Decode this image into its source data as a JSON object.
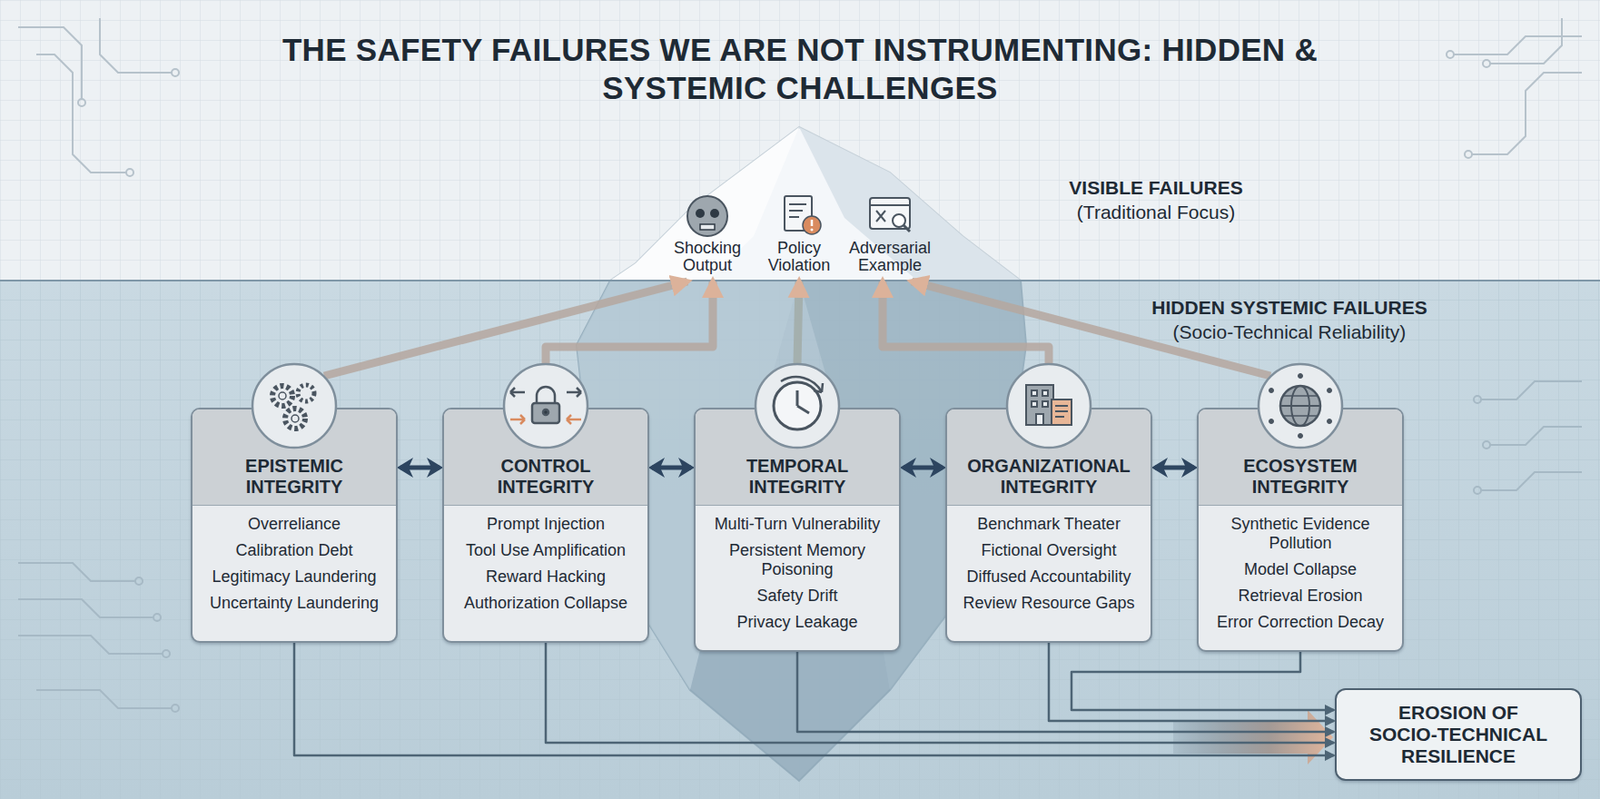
{
  "diagram": {
    "title": "THE SAFETY FAILURES WE ARE NOT INSTRUMENTING: HIDDEN & SYSTEMIC CHALLENGES",
    "nodes": [
      {
        "text": [
          "Shocking Output"
        ]
      },
      {
        "text": [
          "Policy Violation"
        ]
      },
      {
        "text": [
          "Adversarial Example"
        ]
      },
      {
        "text": [
          "EPISTEMIC INTEGRITY",
          "Overreliance",
          "Calibration Debt",
          "Legitimacy Laundering",
          "Uncertainty Laundering"
        ]
      },
      {
        "text": [
          "CONTROL INTEGRITY",
          "Prompt Injection",
          "Tool Use Amplification",
          "Reward Hacking",
          "Authorization Collapse"
        ]
      },
      {
        "text": [
          "TEMPORAL INTEGRITY",
          "Multi-Turn Vulnerability",
          "Persistent Memory Poisoning",
          "Safety Drift",
          "Privacy Leakage"
        ]
      },
      {
        "text": [
          "ORGANIZATIONAL INTEGRITY",
          "Benchmark Theater",
          "Fictional Oversight",
          "Diffused Accountability",
          "Review Resource Gaps"
        ]
      },
      {
        "text": [
          "ECOSYSTEM INTEGRITY",
          "Synthetic Evidence Pollution",
          "Model Collapse",
          "Retrieval Erosion",
          "Error Correction Decay"
        ]
      },
      {
        "text": [
          "EROSION OF SOCIO-TECHNICAL RESILIENCE"
        ]
      }
    ],
    "edges": [
      {
        "from": 3,
        "to": 0,
        "arrow": "to"
      },
      {
        "from": 4,
        "to": 0,
        "arrow": "to"
      },
      {
        "from": 5,
        "to": 1,
        "arrow": "to"
      },
      {
        "from": 6,
        "to": 2,
        "arrow": "to"
      },
      {
        "from": 7,
        "to": 2,
        "arrow": "to"
      },
      {
        "from": 3,
        "to": 4,
        "arrow": "both"
      },
      {
        "from": 4,
        "to": 5,
        "arrow": "both"
      },
      {
        "from": 5,
        "to": 6,
        "arrow": "both"
      },
      {
        "from": 6,
        "to": 7,
        "arrow": "both"
      },
      {
        "from": 3,
        "to": 8,
        "arrow": "to"
      },
      {
        "from": 4,
        "to": 8,
        "arrow": "to"
      },
      {
        "from": 5,
        "to": 8,
        "arrow": "to"
      },
      {
        "from": 6,
        "to": 8,
        "arrow": "to"
      },
      {
        "from": 7,
        "to": 8,
        "arrow": "to"
      }
    ],
    "labels": [
      "VISIBLE FAILURES",
      "(Traditional Focus)",
      "HIDDEN SYSTEMIC FAILURES",
      "(Socio-Technical Reliability)"
    ]
  }
}
